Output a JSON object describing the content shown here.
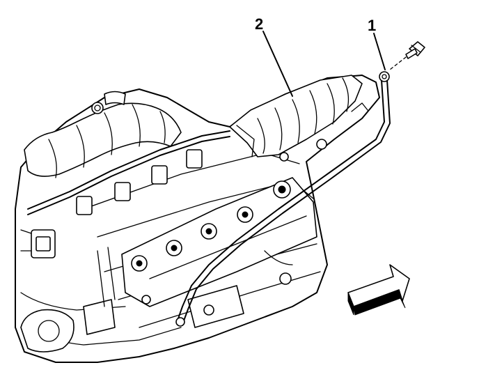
{
  "diagram": {
    "callouts": [
      {
        "id": "callout-1",
        "label": "1"
      },
      {
        "id": "callout-2",
        "label": "2"
      }
    ],
    "colors": {
      "line": "#000000",
      "background": "#ffffff"
    },
    "icons": [
      "front-direction-arrow-icon",
      "bolt-icon"
    ]
  }
}
